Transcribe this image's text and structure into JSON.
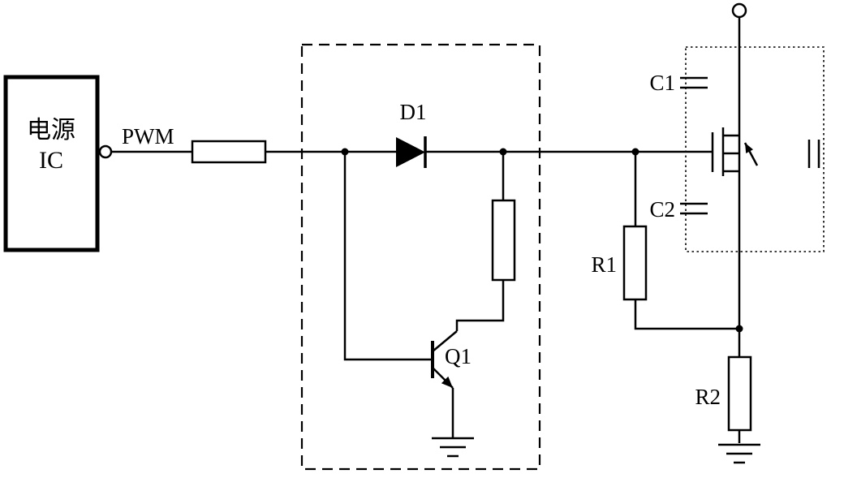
{
  "diagram": {
    "type": "circuit-schematic",
    "labels": {
      "power_ic_line1": "电源",
      "power_ic_line2": "IC",
      "pwm": "PWM",
      "d1": "D1",
      "q1": "Q1",
      "c1": "C1",
      "c2": "C2",
      "r1": "R1",
      "r2": "R2"
    },
    "colors": {
      "line": "#000000",
      "background": "#ffffff"
    }
  }
}
